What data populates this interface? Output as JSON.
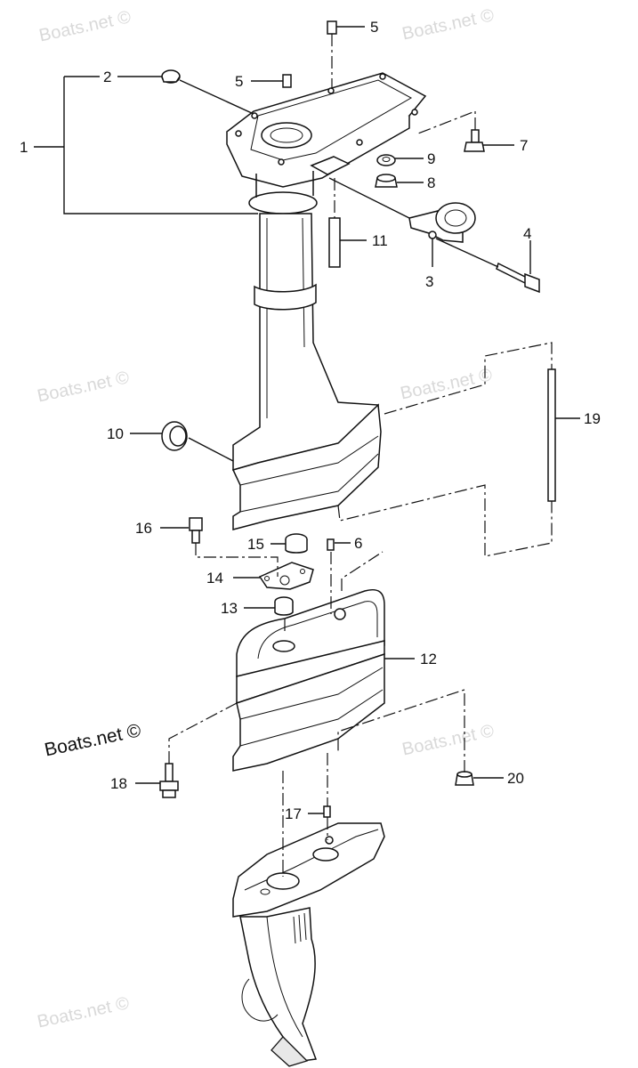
{
  "watermarks": {
    "faint": [
      "Boats.net ©",
      "Boats.net ©",
      "Boats.net ©",
      "Boats.net ©",
      "Boats.net ©",
      "Boats.net ©"
    ],
    "main": "Boats.net ©"
  },
  "callouts": {
    "c1": "1",
    "c2": "2",
    "c3": "3",
    "c4": "4",
    "c5a": "5",
    "c5b": "5",
    "c6": "6",
    "c7": "7",
    "c8": "8",
    "c9": "9",
    "c10": "10",
    "c11": "11",
    "c12": "12",
    "c13": "13",
    "c14": "14",
    "c15": "15",
    "c16": "16",
    "c17": "17",
    "c18": "18",
    "c19": "19",
    "c20": "20"
  }
}
